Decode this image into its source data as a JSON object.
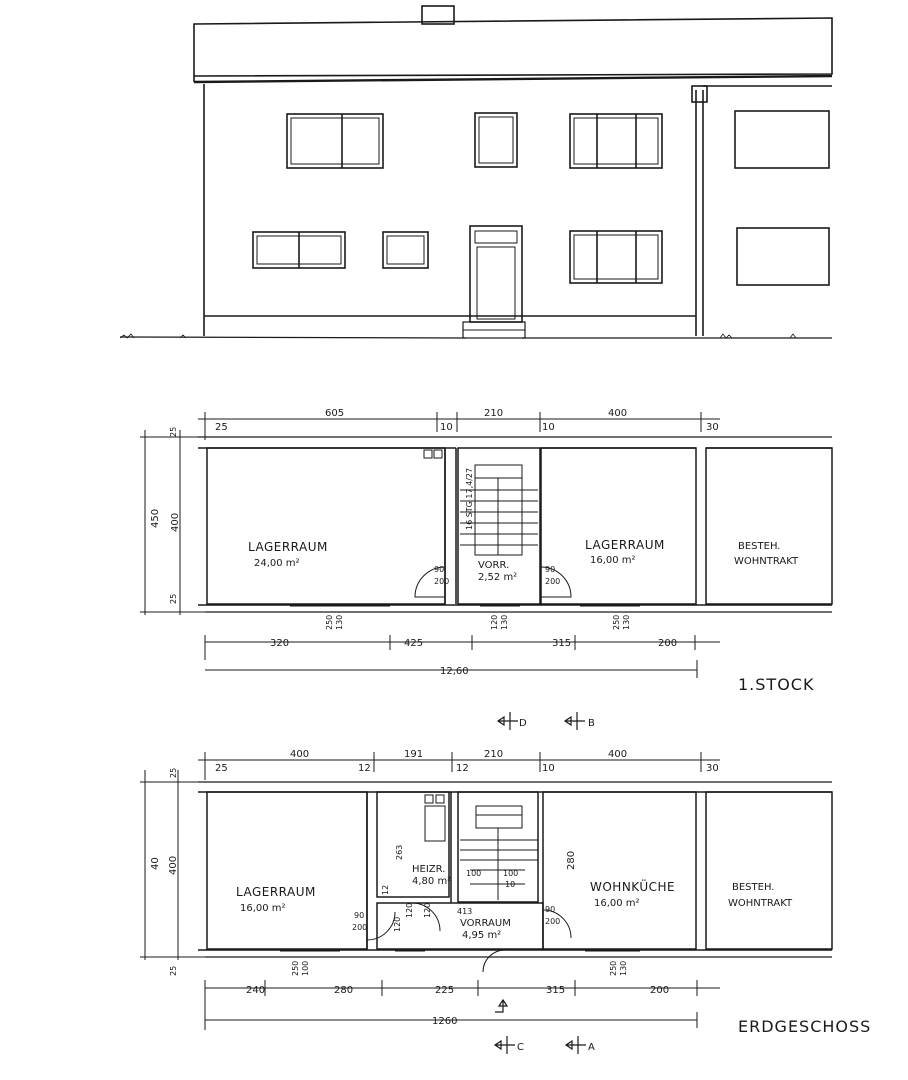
{
  "elevation": {},
  "floor_1": {
    "title": "1.STOCK",
    "rooms": [
      {
        "name": "LAGERRAUM",
        "area": "24,00 m²"
      },
      {
        "name": "LAGERRAUM",
        "area": "16,00 m²"
      },
      {
        "name": "VORR.",
        "area": "2,52 m²"
      },
      {
        "name": "BESTEH.",
        "name2": "WOHNTRAKT"
      }
    ],
    "top_dims": [
      "25",
      "605",
      "10",
      "210",
      "10",
      "400",
      "30"
    ],
    "bottom_dims": [
      "320",
      "425",
      "315",
      "200"
    ],
    "total_width": "12,60",
    "left_dims": [
      "450",
      "400",
      "25",
      "25"
    ],
    "stair_label": "16 STG 17,4/27",
    "door_dims": [
      "90",
      "200",
      "90",
      "200"
    ],
    "window_dims": [
      "250",
      "130",
      "120",
      "130",
      "250",
      "130"
    ]
  },
  "ground_floor": {
    "title": "ERDGESCHOSS",
    "rooms": [
      {
        "name": "LAGERRAUM",
        "area": "16,00 m²"
      },
      {
        "name": "HEIZR.",
        "area": "4,80 m²"
      },
      {
        "name": "VORRAUM",
        "area": "4,95 m²"
      },
      {
        "name": "WOHNKÜCHE",
        "area": "16,00 m²"
      },
      {
        "name": "BESTEH.",
        "name2": "WOHNTRAKT"
      }
    ],
    "top_dims": [
      "25",
      "400",
      "12",
      "191",
      "12",
      "210",
      "10",
      "400",
      "30"
    ],
    "bottom_dims": [
      "240",
      "280",
      "225",
      "315",
      "200"
    ],
    "total_width": "1260",
    "left_dims": [
      "40",
      "400",
      "25",
      "25"
    ],
    "section_marks": [
      "D",
      "B",
      "C",
      "A"
    ],
    "misc_dims": [
      "263",
      "280",
      "100",
      "100",
      "10",
      "12",
      "90",
      "200",
      "120",
      "90",
      "200",
      "120",
      "120",
      "413",
      "250",
      "100",
      "250",
      "130"
    ]
  }
}
